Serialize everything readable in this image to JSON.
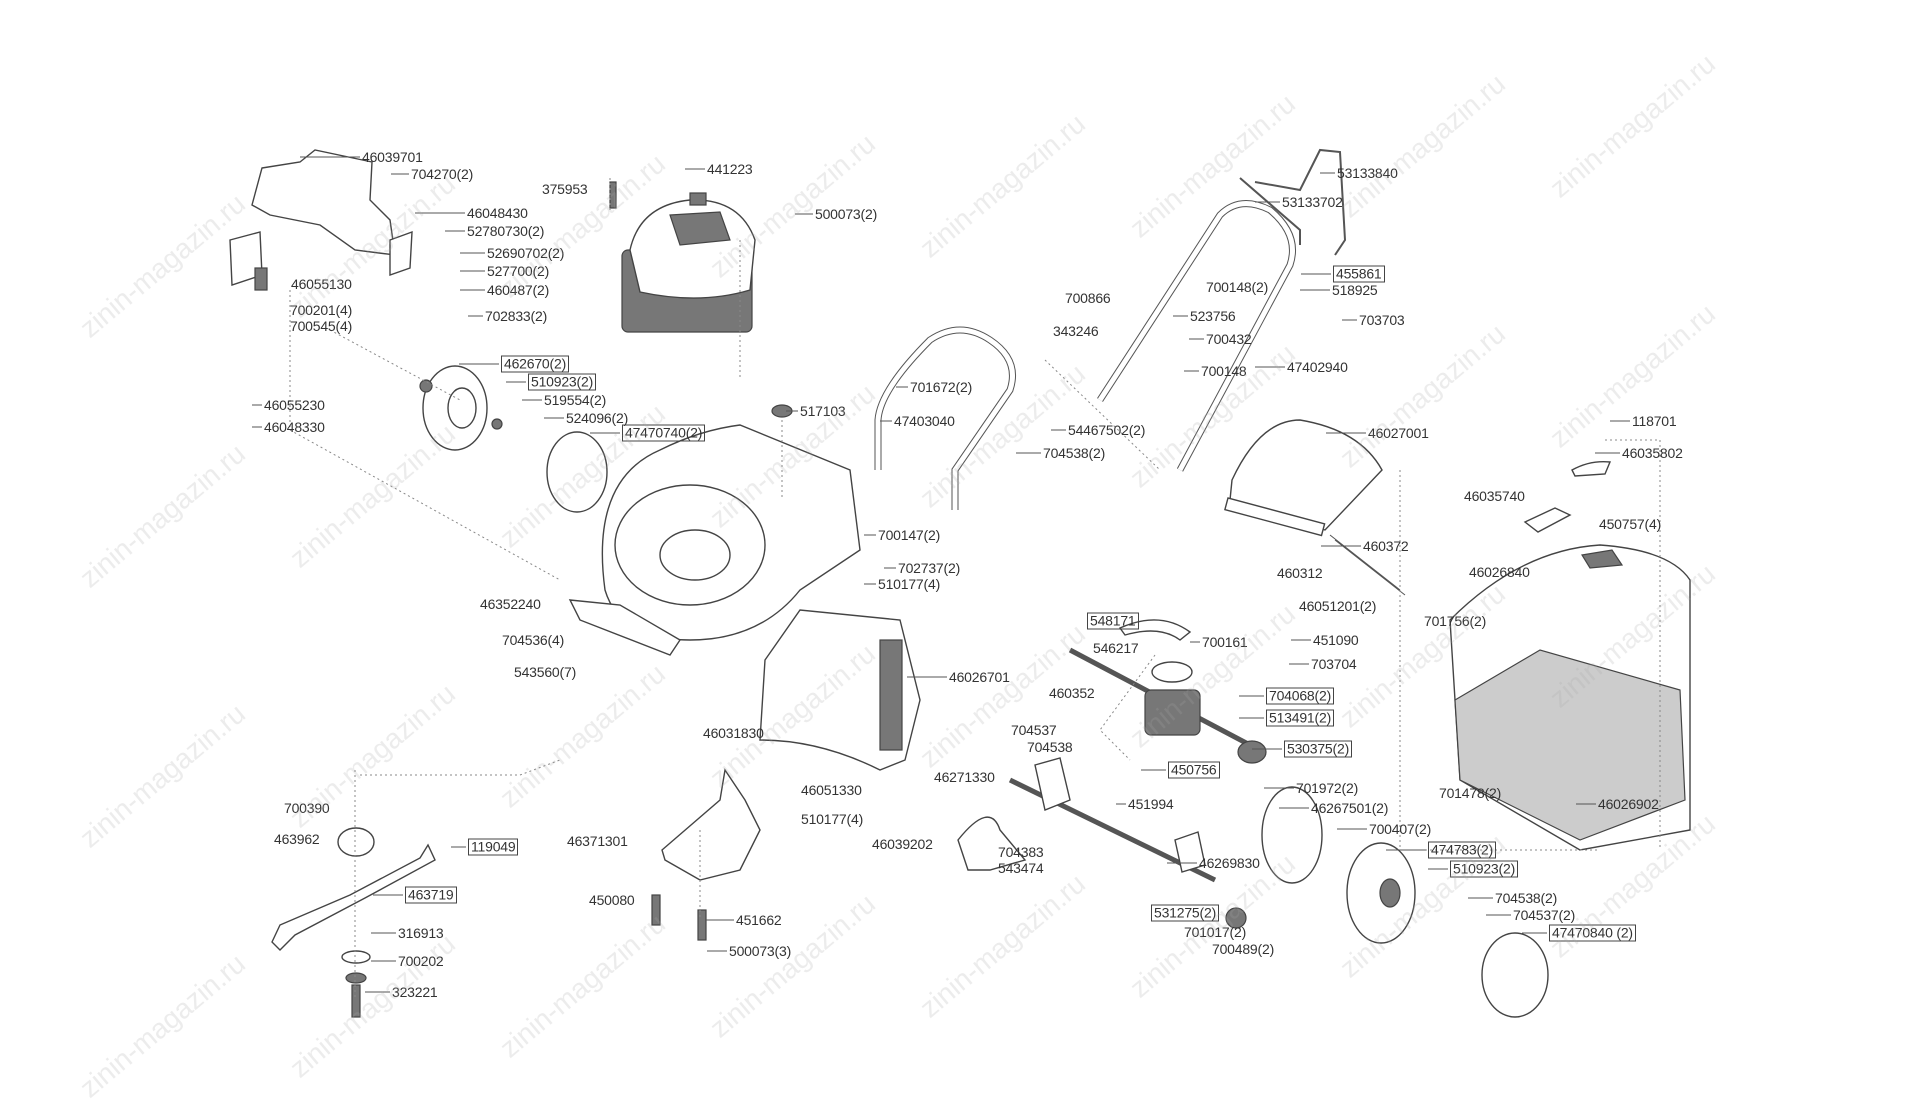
{
  "diagram": {
    "watermark": "zinin-magazin.ru",
    "labels": [
      {
        "text": "46039701"
      },
      {
        "text": "704270(2)"
      },
      {
        "text": "375953"
      },
      {
        "text": "441223"
      },
      {
        "text": "500073(2)"
      },
      {
        "text": "46048430"
      },
      {
        "text": "52780730(2)"
      },
      {
        "text": "52690702(2)"
      },
      {
        "text": "46055130"
      },
      {
        "text": "527700(2)"
      },
      {
        "text": "460487(2)"
      },
      {
        "text": "700201(4)"
      },
      {
        "text": "700545(4)"
      },
      {
        "text": "702833(2)"
      },
      {
        "text": "462670(2)"
      },
      {
        "text": "510923(2)"
      },
      {
        "text": "519554(2)"
      },
      {
        "text": "524096(2)"
      },
      {
        "text": "47470740(2)"
      },
      {
        "text": "46055230"
      },
      {
        "text": "46048330"
      },
      {
        "text": "517103"
      },
      {
        "text": "47403040"
      },
      {
        "text": "701672(2)"
      },
      {
        "text": "46352240"
      },
      {
        "text": "704536(4)"
      },
      {
        "text": "543560(7)"
      },
      {
        "text": "700147(2)"
      },
      {
        "text": "702737(2)"
      },
      {
        "text": "510177(4)"
      },
      {
        "text": "46026701"
      },
      {
        "text": "46031830"
      },
      {
        "text": "46051330"
      },
      {
        "text": "510177(4)"
      },
      {
        "text": "46039202"
      },
      {
        "text": "46271330"
      },
      {
        "text": "704537"
      },
      {
        "text": "704538"
      },
      {
        "text": "704383"
      },
      {
        "text": "543474"
      },
      {
        "text": "700390"
      },
      {
        "text": "463962"
      },
      {
        "text": "119049"
      },
      {
        "text": "463719"
      },
      {
        "text": "316913"
      },
      {
        "text": "700202"
      },
      {
        "text": "323221"
      },
      {
        "text": "46371301"
      },
      {
        "text": "450080"
      },
      {
        "text": "451662"
      },
      {
        "text": "500073(3)"
      },
      {
        "text": "700866"
      },
      {
        "text": "343246"
      },
      {
        "text": "523756"
      },
      {
        "text": "700432"
      },
      {
        "text": "700148"
      },
      {
        "text": "700148(2)"
      },
      {
        "text": "455861"
      },
      {
        "text": "518925"
      },
      {
        "text": "703703"
      },
      {
        "text": "53133840"
      },
      {
        "text": "53133702"
      },
      {
        "text": "47402940"
      },
      {
        "text": "54467502(2)"
      },
      {
        "text": "704538(2)"
      },
      {
        "text": "46027001"
      },
      {
        "text": "460372"
      },
      {
        "text": "460312"
      },
      {
        "text": "46051201(2)"
      },
      {
        "text": "118701"
      },
      {
        "text": "46035802"
      },
      {
        "text": "46035740"
      },
      {
        "text": "450757(4)"
      },
      {
        "text": "46026840"
      },
      {
        "text": "701756(2)"
      },
      {
        "text": "701478(2)"
      },
      {
        "text": "46026902"
      },
      {
        "text": "548171"
      },
      {
        "text": "546217"
      },
      {
        "text": "700161"
      },
      {
        "text": "460352"
      },
      {
        "text": "451090"
      },
      {
        "text": "703704"
      },
      {
        "text": "704068(2)"
      },
      {
        "text": "513491(2)"
      },
      {
        "text": "530375(2)"
      },
      {
        "text": "450756"
      },
      {
        "text": "451994"
      },
      {
        "text": "701972(2)"
      },
      {
        "text": "46267501(2)"
      },
      {
        "text": "700407(2)"
      },
      {
        "text": "46269830"
      },
      {
        "text": "474783(2)"
      },
      {
        "text": "510923(2)"
      },
      {
        "text": "531275(2)"
      },
      {
        "text": "701017(2)"
      },
      {
        "text": "700489(2)"
      },
      {
        "text": "704538(2)"
      },
      {
        "text": "704537(2)"
      },
      {
        "text": "47470840 (2)"
      }
    ]
  }
}
